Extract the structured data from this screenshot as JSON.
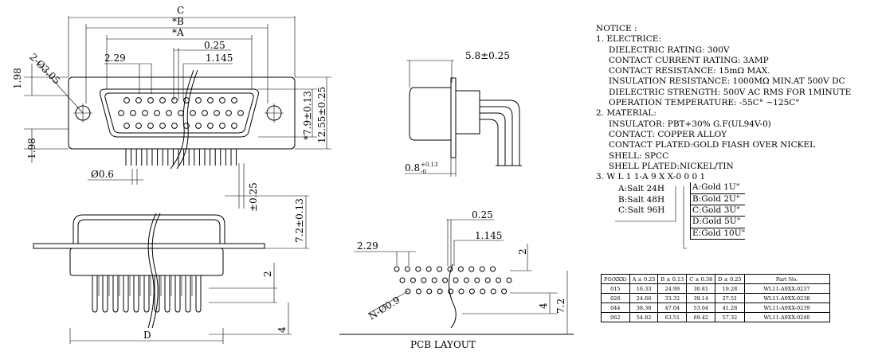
{
  "front_view": {
    "dims": {
      "c": "C",
      "b": "*B",
      "a": "*A",
      "pitch_offset": "0.25",
      "row_pitch": "2.29",
      "pin_pitch": "1.145",
      "mount_hole": "2-Ø3.05",
      "flange_offset_top": "1.98",
      "flange_offset_bottom": "1.98",
      "body_height": "*7.9±0.13",
      "flange_height": "12.55±0.25",
      "pin_dia": "Ø0.6",
      "tail_offset": "±0.25"
    }
  },
  "side_view": {
    "dims": {
      "depth": "5.8±0.25",
      "flange_thick": "0.8",
      "flange_tol": "+0.13",
      "flange_tol_low": "-0"
    }
  },
  "bottom_view": {
    "dims": {
      "height": "7.2±0.13",
      "d": "D",
      "row_offset": "2",
      "tail_len": "4"
    }
  },
  "pcb_layout": {
    "title": "PCB LAYOUT",
    "dims": {
      "pitch_offset": "0.25",
      "row_pitch": "2.29",
      "pin_pitch": "1.145",
      "hole": "N-Ø0.9",
      "row_offset": "2",
      "edge_a": "4",
      "edge_b": "7.2"
    }
  },
  "notes": {
    "heading": "NOTICE :",
    "lines": [
      {
        "text": "1. ELECTRICE:",
        "indent": false
      },
      {
        "text": "DIELECTRIC RATING: 300V",
        "indent": true
      },
      {
        "text": "CONTACT CURRENT RATING: 3AMP",
        "indent": true
      },
      {
        "text": "CONTACT RESISTANCE: 15mΩ MAX.",
        "indent": true
      },
      {
        "text": "INSULATION RESISTANCE: 1000MΩ MIN.AT 500V DC",
        "indent": true
      },
      {
        "text": "DIELECTRIC STRENGTH: 500V AC RMS FOR 1MINUTE",
        "indent": true
      },
      {
        "text": "OPERATION TEMPERATURE: -55C° ~125C°",
        "indent": true
      },
      {
        "text": "2. MATERIAL:",
        "indent": false
      },
      {
        "text": "INSULATOR: PBT+30% G.F(UL94V-0)",
        "indent": true
      },
      {
        "text": "CONTACT: COPPER ALLOY",
        "indent": true
      },
      {
        "text": "CONTACT PLATED:GOLD FIASH OVER NICKEL",
        "indent": true
      },
      {
        "text": "SHELL: SPCC",
        "indent": true
      },
      {
        "text": "SHELL PLATED:NICKEL/TIN",
        "indent": true
      }
    ],
    "part_code": "3. W L 1 1-A 9 X X-0 0 0 1",
    "salt_options": [
      "A:Salt 24H",
      "B:Salt 48H",
      "C:Salt 96H"
    ],
    "gold_options": [
      "A:Gold 1U\"",
      "B:Gold 2U\"",
      "C:Gold 3U\"",
      "D:Gold 5U\"",
      "E:Gold 10U\""
    ]
  },
  "table": {
    "headers": [
      "PO(XXX)",
      "A ± 0.25",
      "B ± 0.13",
      "C ± 0.38",
      "D ± 0.25",
      "Part No."
    ],
    "rows": [
      [
        "015",
        "16.33",
        "24.99",
        "30.81",
        "19.28",
        "WL11-A9XX-0237"
      ],
      [
        "026",
        "24.66",
        "33.32",
        "39.14",
        "27.51",
        "WL11-A9XX-0238"
      ],
      [
        "044",
        "38.38",
        "47.04",
        "53.04",
        "41.28",
        "WL11-A9XX-0239"
      ],
      [
        "062",
        "54.82",
        "63.51",
        "69.42",
        "57.32",
        "WL11-A9XX-0240"
      ]
    ]
  }
}
